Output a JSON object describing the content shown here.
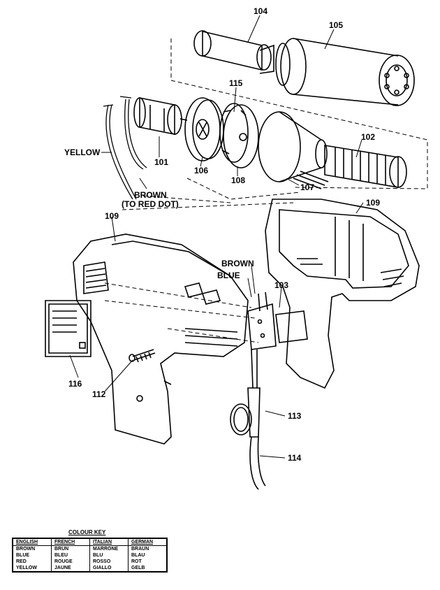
{
  "part_labels": {
    "p104": "104",
    "p105": "105",
    "p115": "115",
    "p102": "102",
    "p101": "101",
    "p106": "106",
    "p108": "108",
    "p107": "107",
    "p109a": "109",
    "p109b": "109",
    "p103": "103",
    "p116": "116",
    "p112": "112",
    "p113": "113",
    "p114": "114"
  },
  "wire_labels": {
    "yellow": "YELLOW",
    "brown_top_line1": "BROWN",
    "brown_top_line2": "(TO RED DOT)",
    "brown_switch": "BROWN",
    "blue_switch": "BLUE"
  },
  "colour_key": {
    "title": "COLOUR KEY",
    "headers": [
      "ENGLISH",
      "FRENCH",
      "ITALIAN",
      "GERMAN"
    ],
    "rows": [
      [
        "BROWN",
        "BRUN",
        "MARRONE",
        "BRAUN"
      ],
      [
        "BLUE",
        "BLEU",
        "BLU",
        "BLAU"
      ],
      [
        "RED",
        "ROUGE",
        "ROSSO",
        "ROT"
      ],
      [
        "YELLOW",
        "JAUNE",
        "GIALLO",
        "GELB"
      ]
    ]
  }
}
